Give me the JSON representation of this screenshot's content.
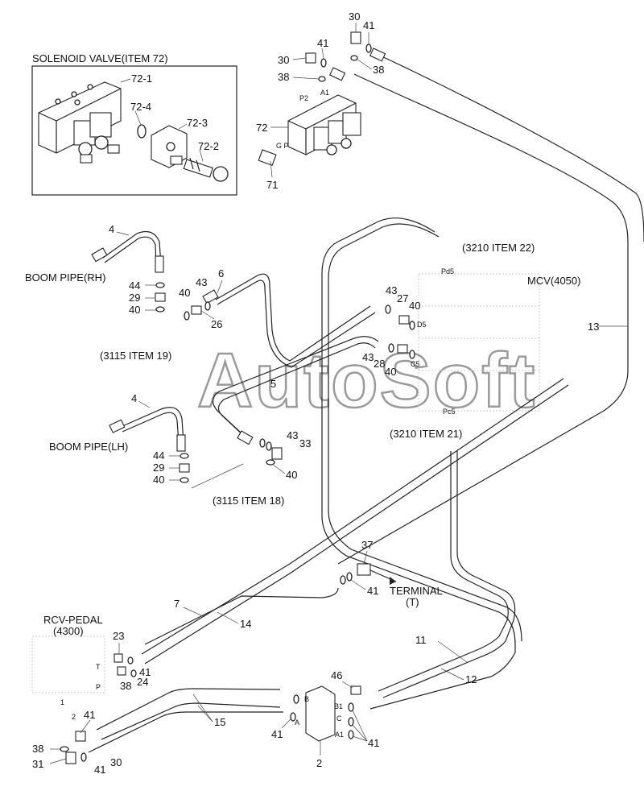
{
  "solenoid_box": {
    "title": "SOLENOID VALVE(ITEM 72)",
    "parts": [
      "72-1",
      "72-4",
      "72-3",
      "72-2"
    ]
  },
  "callouts": {
    "c30a": "30",
    "c41a": "41",
    "c41b": "41",
    "c30b": "30",
    "c38a": "38",
    "c38b": "38",
    "c72": "72",
    "c71": "71",
    "c4a": "4",
    "c44a": "44",
    "c29a": "29",
    "c40a": "40",
    "c40b": "40",
    "c43a": "43",
    "c6": "6",
    "c26": "26",
    "c43b": "43",
    "c27": "27",
    "c40c": "40",
    "c43c": "43",
    "c28": "28",
    "c40d": "40",
    "c13": "13",
    "c5": "5",
    "c4b": "4",
    "c44b": "44",
    "c29b": "29",
    "c40e": "40",
    "c43d": "43",
    "c33": "33",
    "c40f": "40",
    "c37": "37",
    "c41c": "41",
    "c7": "7",
    "c14": "14",
    "c11": "11",
    "c12": "12",
    "c23": "23",
    "c41d": "41",
    "c38c": "38",
    "c24": "24",
    "c46": "46",
    "c41e": "41",
    "c15": "15",
    "c41f": "41",
    "c38d": "38",
    "c31": "31",
    "c41g": "41",
    "c30c": "30",
    "c41h": "41",
    "c2": "2"
  },
  "references": {
    "boom_pipe_rh": "BOOM PIPE(RH)",
    "boom_pipe_lh": "BOOM PIPE(LH)",
    "item19": "(3115 ITEM 19)",
    "item18": "(3115 ITEM 18)",
    "item22": "(3210 ITEM 22)",
    "item21": "(3210 ITEM 21)",
    "mcv": "MCV(4050)",
    "terminal": "TERMINAL",
    "terminal_t": "(T)",
    "rcv_pedal": "RCV-PEDAL",
    "rcv_code": "(4300)"
  },
  "ports": {
    "p2": "P2",
    "a1": "A1",
    "gp": "G P",
    "pd5": "Pd5",
    "d5": "D5",
    "c5": "C5",
    "pc5": "Pc5",
    "t": "T",
    "p": "P",
    "one": "1",
    "two": "2",
    "b": "B",
    "a": "A",
    "b1": "B1",
    "c": "C",
    "a1b": "A1"
  },
  "watermark": "AutoSoft"
}
